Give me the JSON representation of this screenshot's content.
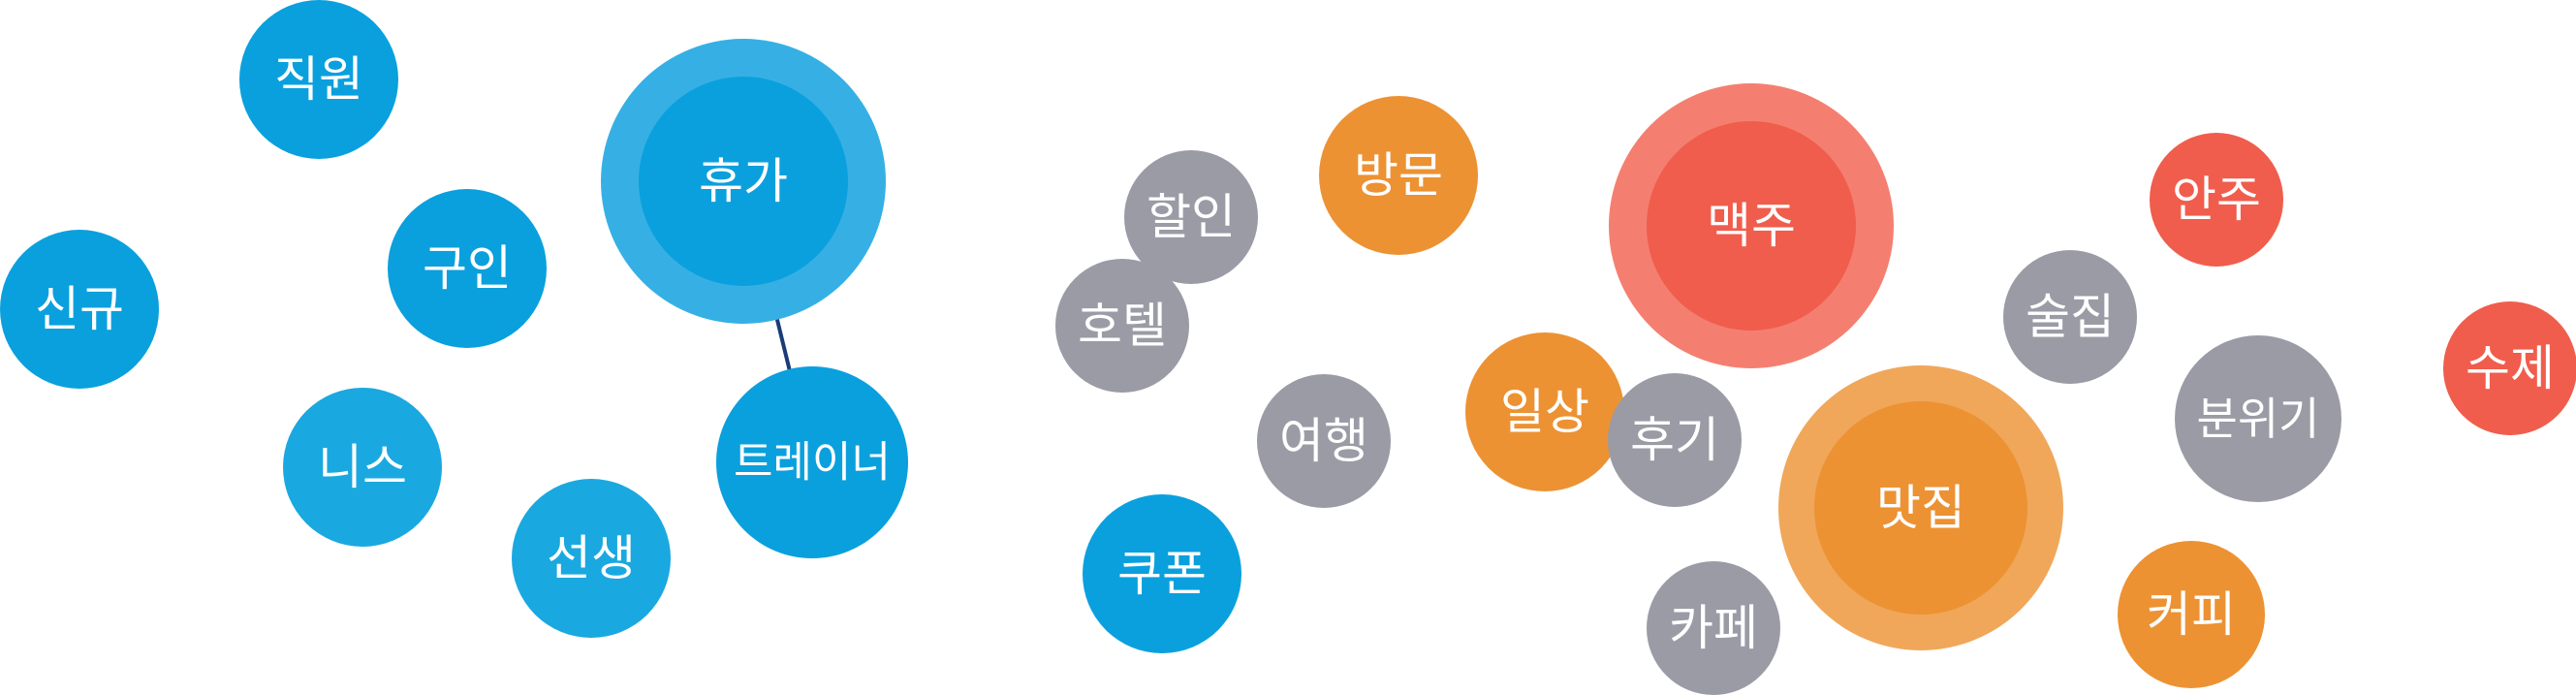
{
  "colors": {
    "blue": "#0aa0dd",
    "blue_light": "#36b0e4",
    "blue_mid": "#1aa8e0",
    "orange": "#ec9233",
    "orange_light": "#f0a75a",
    "red": "#f05d4c",
    "red_light": "#f47f70",
    "gray": "#9a9ba5",
    "link": "#1b3a78"
  },
  "bubbles": [
    {
      "id": "jikwon",
      "label": "직원",
      "color": "blue"
    },
    {
      "id": "sinkyu",
      "label": "신규",
      "color": "blue"
    },
    {
      "id": "guin",
      "label": "구인",
      "color": "blue"
    },
    {
      "id": "hyuga",
      "label": "휴가",
      "color": "blue",
      "halo": "blue_light"
    },
    {
      "id": "niseu",
      "label": "니스",
      "color": "blue_mid"
    },
    {
      "id": "seonsaeng",
      "label": "선생",
      "color": "blue_mid"
    },
    {
      "id": "trainer",
      "label": "트레이너",
      "color": "blue"
    },
    {
      "id": "coupon",
      "label": "쿠폰",
      "color": "blue"
    },
    {
      "id": "halin",
      "label": "할인",
      "color": "gray"
    },
    {
      "id": "hotel",
      "label": "호텔",
      "color": "gray"
    },
    {
      "id": "yeohaeng",
      "label": "여행",
      "color": "gray"
    },
    {
      "id": "bangmun",
      "label": "방문",
      "color": "orange"
    },
    {
      "id": "ilsang",
      "label": "일상",
      "color": "orange"
    },
    {
      "id": "hugi",
      "label": "후기",
      "color": "gray"
    },
    {
      "id": "kape",
      "label": "카페",
      "color": "gray"
    },
    {
      "id": "maekju",
      "label": "맥주",
      "color": "red",
      "halo": "red_light"
    },
    {
      "id": "matjip",
      "label": "맛집",
      "color": "orange",
      "halo": "orange_light"
    },
    {
      "id": "suljip",
      "label": "술집",
      "color": "gray"
    },
    {
      "id": "anju",
      "label": "안주",
      "color": "red"
    },
    {
      "id": "bunwigi",
      "label": "분위기",
      "color": "gray"
    },
    {
      "id": "keopi",
      "label": "커피",
      "color": "orange"
    },
    {
      "id": "suje",
      "label": "수제",
      "color": "red"
    }
  ],
  "links": [
    {
      "from": "hyuga",
      "to": "trainer"
    }
  ]
}
